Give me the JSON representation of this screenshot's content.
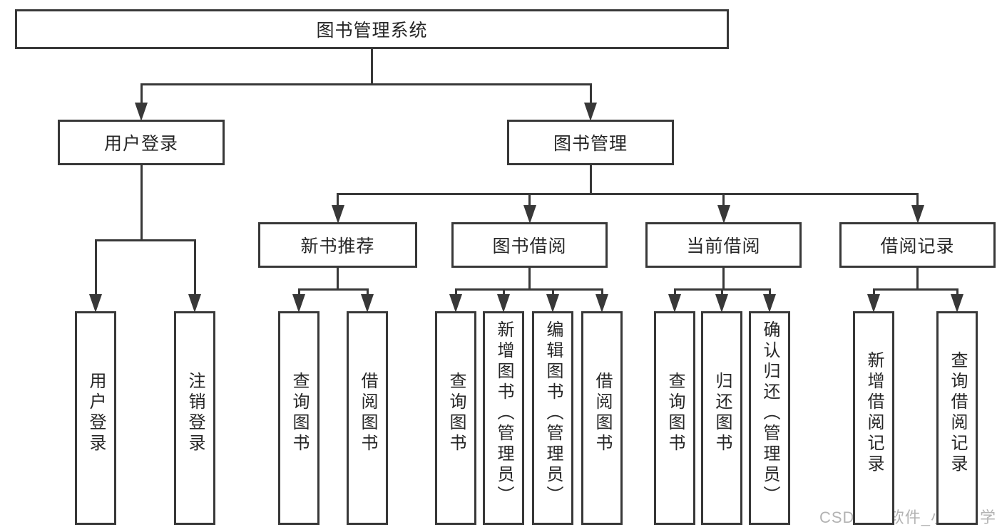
{
  "diagram": {
    "colors": {
      "line": "#383838",
      "text": "#262626",
      "watermark": "#b3b3b3"
    },
    "watermark": "CSDN @软件_小贺同学",
    "tree": {
      "id": "root",
      "label": "图书管理系统",
      "children": [
        {
          "id": "user-login",
          "label": "用户登录",
          "children": [
            {
              "id": "ul-login",
              "label": "用户登录"
            },
            {
              "id": "ul-logout",
              "label": "注销登录"
            }
          ]
        },
        {
          "id": "book-mgmt",
          "label": "图书管理",
          "children": [
            {
              "id": "new-book-rec",
              "label": "新书推荐",
              "children": [
                {
                  "id": "nb-query",
                  "label": "查询图书"
                },
                {
                  "id": "nb-borrow",
                  "label": "借阅图书"
                }
              ]
            },
            {
              "id": "book-borrow",
              "label": "图书借阅",
              "children": [
                {
                  "id": "bb-query",
                  "label": "查询图书"
                },
                {
                  "id": "bb-add",
                  "label": "新增图书（管理员）"
                },
                {
                  "id": "bb-edit",
                  "label": "编辑图书（管理员）"
                },
                {
                  "id": "bb-borrow",
                  "label": "借阅图书"
                }
              ]
            },
            {
              "id": "current-borrow",
              "label": "当前借阅",
              "children": [
                {
                  "id": "cb-query",
                  "label": "查询图书"
                },
                {
                  "id": "cb-return",
                  "label": "归还图书"
                },
                {
                  "id": "cb-confirm",
                  "label": "确认归还（管理员）"
                }
              ]
            },
            {
              "id": "borrow-records",
              "label": "借阅记录",
              "children": [
                {
                  "id": "br-add",
                  "label": "新增借阅记录"
                },
                {
                  "id": "br-query",
                  "label": "查询借阅记录"
                }
              ]
            }
          ]
        }
      ]
    }
  }
}
